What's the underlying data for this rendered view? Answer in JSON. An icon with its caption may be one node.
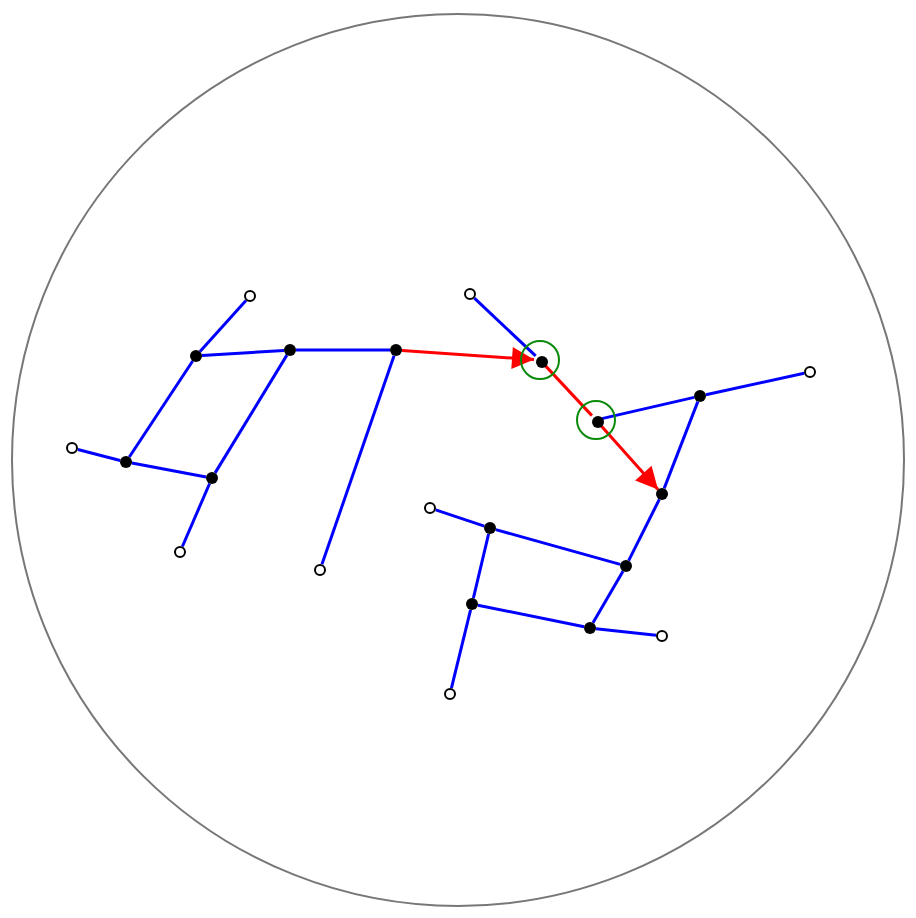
{
  "diagram": {
    "nodes": [
      {
        "text": [],
        "shape": "circle"
      },
      {
        "text": [],
        "shape": "circle"
      },
      {
        "text": [],
        "shape": "dot"
      },
      {
        "text": [],
        "shape": "dot"
      },
      {
        "text": [],
        "shape": "dot"
      },
      {
        "text": [],
        "shape": "ring"
      },
      {
        "text": [],
        "shape": "dot",
        "in": 5
      },
      {
        "text": [],
        "shape": "circle"
      },
      {
        "text": [],
        "shape": "dot"
      },
      {
        "text": [],
        "shape": "ring"
      },
      {
        "text": [],
        "shape": "dot",
        "in": 9
      },
      {
        "text": [],
        "shape": "circle"
      },
      {
        "text": [],
        "shape": "dot"
      },
      {
        "text": [],
        "shape": "dot"
      },
      {
        "text": [],
        "shape": "dot"
      },
      {
        "text": [],
        "shape": "circle"
      },
      {
        "text": [],
        "shape": "dot"
      },
      {
        "text": [],
        "shape": "circle"
      },
      {
        "text": [],
        "shape": "dot"
      },
      {
        "text": [],
        "shape": "circle"
      },
      {
        "text": [],
        "shape": "dot"
      },
      {
        "text": [],
        "shape": "dot"
      },
      {
        "text": [],
        "shape": "circle"
      },
      {
        "text": [],
        "shape": "circle"
      }
    ],
    "edges": [
      {
        "from": 0,
        "to": 2,
        "arrow": "none"
      },
      {
        "from": 2,
        "to": 3,
        "arrow": "none"
      },
      {
        "from": 3,
        "to": 4,
        "arrow": "none"
      },
      {
        "from": 2,
        "to": 12,
        "arrow": "none"
      },
      {
        "from": 11,
        "to": 12,
        "arrow": "none"
      },
      {
        "from": 12,
        "to": 13,
        "arrow": "none"
      },
      {
        "from": 3,
        "to": 13,
        "arrow": "none"
      },
      {
        "from": 13,
        "to": 17,
        "arrow": "none"
      },
      {
        "from": 4,
        "to": 19,
        "arrow": "none"
      },
      {
        "from": 4,
        "to": 6,
        "arrow": "to",
        "color": "#ff0000"
      },
      {
        "from": 1,
        "to": 6,
        "arrow": "none"
      },
      {
        "from": 6,
        "to": 10,
        "arrow": "none",
        "color": "#ff0000"
      },
      {
        "from": 10,
        "to": 14,
        "arrow": "to",
        "color": "#ff0000"
      },
      {
        "from": 10,
        "to": 8,
        "arrow": "none"
      },
      {
        "from": 8,
        "to": 7,
        "arrow": "none"
      },
      {
        "from": 8,
        "to": 14,
        "arrow": "none"
      },
      {
        "from": 14,
        "to": 18,
        "arrow": "none"
      },
      {
        "from": 18,
        "to": 21,
        "arrow": "none"
      },
      {
        "from": 21,
        "to": 22,
        "arrow": "none"
      },
      {
        "from": 15,
        "to": 16,
        "arrow": "none"
      },
      {
        "from": 16,
        "to": 18,
        "arrow": "none"
      },
      {
        "from": 16,
        "to": 20,
        "arrow": "none"
      },
      {
        "from": 20,
        "to": 21,
        "arrow": "none"
      },
      {
        "from": 20,
        "to": 23,
        "arrow": "none"
      }
    ]
  }
}
